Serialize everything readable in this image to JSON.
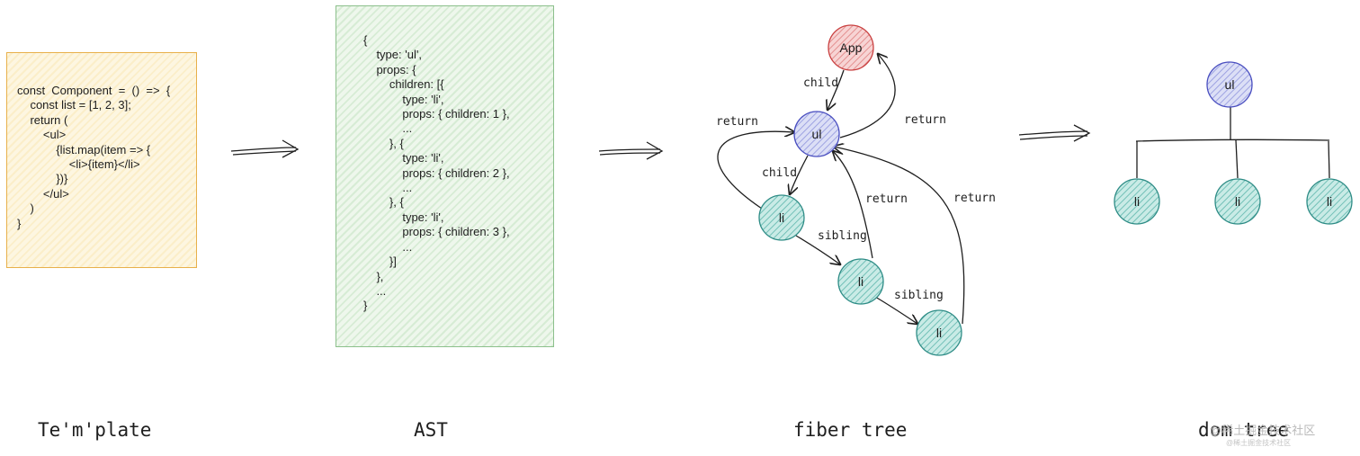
{
  "template": {
    "lines": [
      "const  Component  =  ()  =>  {",
      "    const list = [1, 2, 3];",
      "    return (",
      "        <ul>",
      "            {list.map(item => {",
      "                <li>{item}</li>",
      "            })}",
      "        </ul>",
      "    )",
      "}"
    ],
    "caption": "Te'm'plate"
  },
  "ast": {
    "lines": [
      "{",
      "    type: 'ul',",
      "    props: {",
      "        children: [{",
      "            type: 'li',",
      "            props: { children: 1 },",
      "            ...",
      "        }, {",
      "            type: 'li',",
      "            props: { children: 2 },",
      "            ...",
      "        }, {",
      "            type: 'li',",
      "            props: { children: 3 },",
      "            ...",
      "        }]",
      "    },",
      "    ...",
      "}"
    ],
    "caption": "AST"
  },
  "fiber_tree": {
    "caption": "fiber tree",
    "nodes": {
      "app": "App",
      "ul": "ul",
      "li1": "li",
      "li2": "li",
      "li3": "li"
    },
    "edge_labels": {
      "child_app_ul": "child",
      "child_ul_li": "child",
      "return_ul_app": "return",
      "return_li1_ul": "return",
      "return_li2_ul": "return",
      "return_li3_ul": "return",
      "sibling_li1_li2": "sibling",
      "sibling_li2_li3": "sibling"
    }
  },
  "dom_tree": {
    "caption": "dom tree",
    "nodes": {
      "ul": "ul",
      "li1": "li",
      "li2": "li",
      "li3": "li"
    }
  },
  "watermark": {
    "text": "@稀土掘金技术社区",
    "sub": "@稀土掘金技术社区"
  },
  "colors": {
    "template_fill": "#fdf2d4",
    "template_stroke": "#e8b04a",
    "ast_fill": "#e4f2e1",
    "ast_stroke": "#8cc08c",
    "app_fill": "#f2b8b8",
    "app_stroke": "#c94040",
    "ul_fill": "#c6c9ee",
    "ul_stroke": "#4a4fc0",
    "li_fill": "#a6d9d2",
    "li_stroke": "#2e8c86"
  }
}
